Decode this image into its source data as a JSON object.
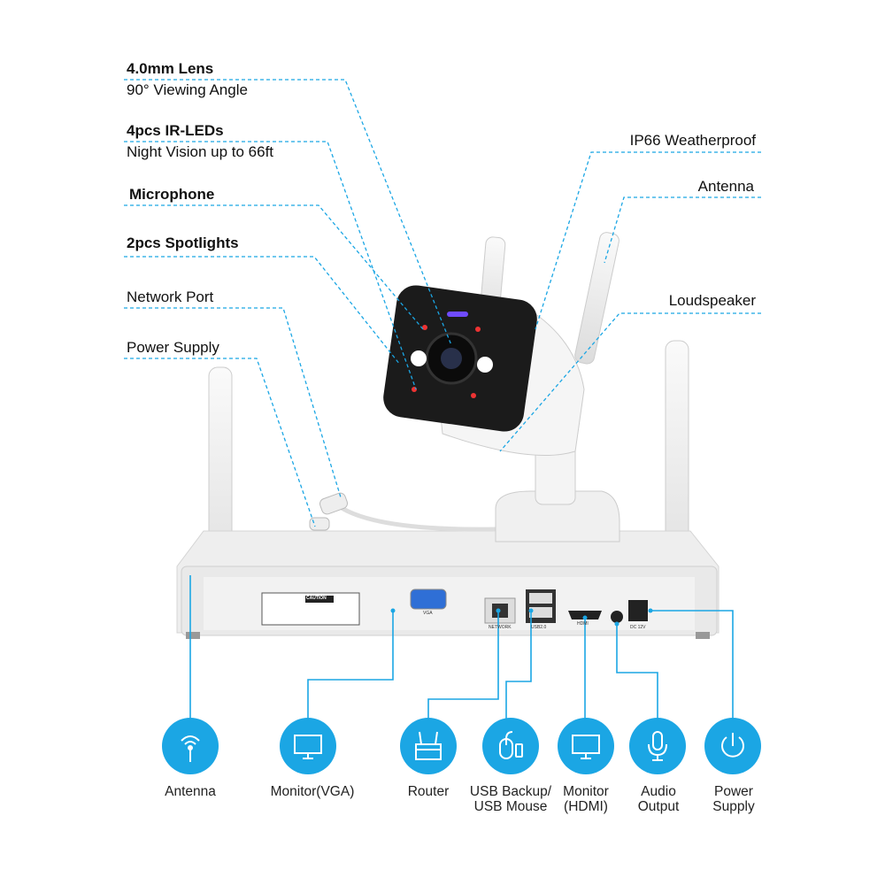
{
  "callouts_left": [
    {
      "title": "4.0mm Lens",
      "subtitle": "90° Viewing Angle"
    },
    {
      "title": "4pcs IR-LEDs",
      "subtitle": "Night Vision up to 66ft"
    },
    {
      "title": "Microphone"
    },
    {
      "title": "2pcs Spotlights"
    },
    {
      "title": "Network Port"
    },
    {
      "title": "Power Supply"
    }
  ],
  "callouts_right": [
    {
      "title": "IP66 Weatherproof"
    },
    {
      "title": "Antenna"
    },
    {
      "title": "Loudspeaker"
    }
  ],
  "nvr_panel": {
    "caution": "CAUTION",
    "vga": "VGA",
    "network": "NETWORK",
    "usb": "USB2.0",
    "hdmi": "HDMI",
    "dc": "DC 12V"
  },
  "connections": [
    {
      "label": "Antenna",
      "icon": "antenna-icon"
    },
    {
      "label": "Monitor(VGA)",
      "icon": "monitor-icon"
    },
    {
      "label": "Router",
      "icon": "router-icon"
    },
    {
      "label": "USB Backup/ USB Mouse",
      "icon": "usb-mouse-icon"
    },
    {
      "label": "Monitor (HDMI)",
      "icon": "monitor-icon"
    },
    {
      "label": "Audio Output",
      "icon": "microphone-icon"
    },
    {
      "label": "Power Supply",
      "icon": "power-icon"
    }
  ],
  "colors": {
    "accent": "#1ba6e4",
    "text": "#111111"
  }
}
